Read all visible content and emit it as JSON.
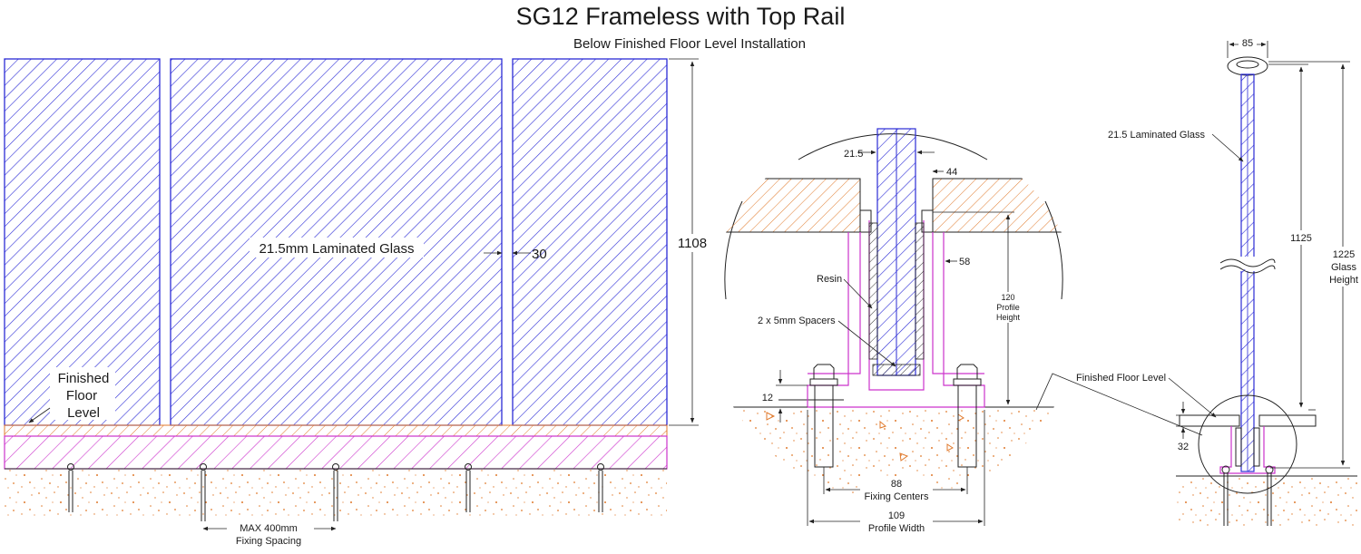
{
  "title": "SG12 Frameless with Top Rail",
  "subtitle": "Below Finished Floor Level Installation",
  "colors": {
    "glass": "#2b2bd6",
    "floor": "#e07a2c",
    "profile": "#cc33cc",
    "concrete": "#e07a2c",
    "line": "#222222"
  },
  "elevation": {
    "glass_label": "21.5mm Laminated Glass",
    "gap_dim": "30",
    "height_dim": "1108",
    "ffl_line1": "Finished",
    "ffl_line2": "Floor",
    "ffl_line3": "Level",
    "fixing_line1": "MAX 400mm",
    "fixing_line2": "Fixing Spacing"
  },
  "detail": {
    "glass_dim": "21.5",
    "slot_dim": "44",
    "profile_wall_dim": "58",
    "resin": "Resin",
    "spacers": "2 x 5mm Spacers",
    "profile_h_1": "120",
    "profile_h_2": "Profile",
    "profile_h_3": "Height",
    "base_dim": "12",
    "fixing_centers_val": "88",
    "fixing_centers_lbl": "Fixing Centers",
    "profile_width_val": "109",
    "profile_width_lbl": "Profile Width"
  },
  "section": {
    "rail_dim": "85",
    "glass_label": "21.5 Laminated Glass",
    "ffl_label": "Finished Floor Level",
    "h1125": "1125",
    "h1225": "1225",
    "glass_h_1": "Glass",
    "glass_h_2": "Height",
    "depth_dim": "32"
  }
}
